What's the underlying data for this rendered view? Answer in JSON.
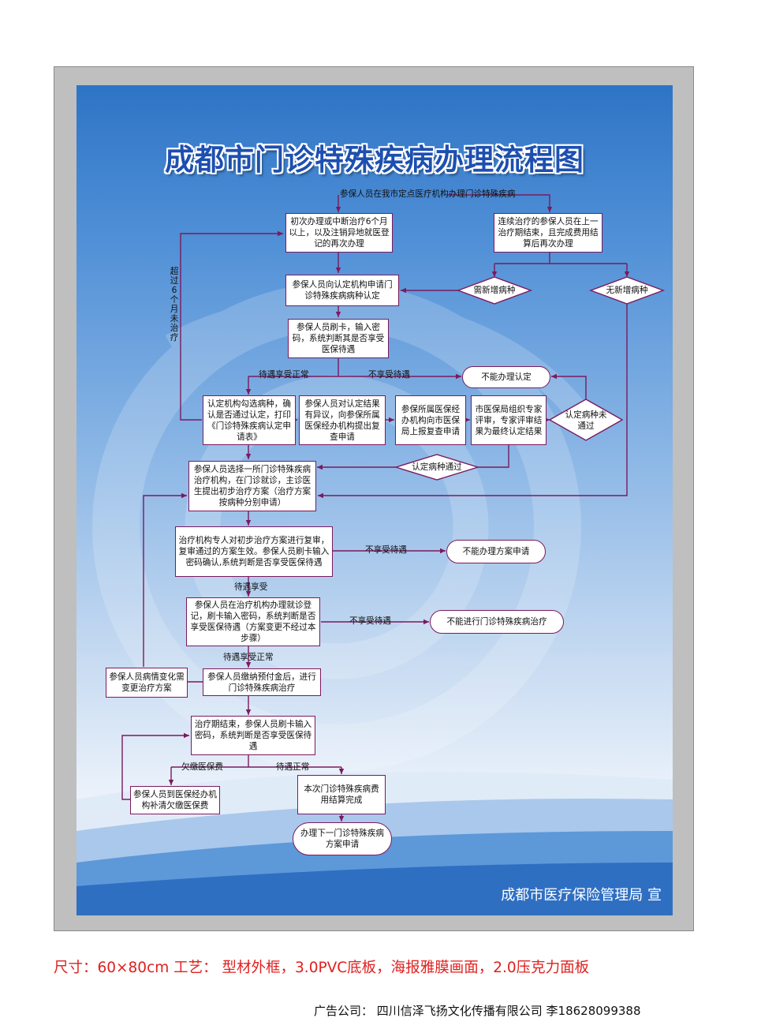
{
  "title": "成都市门诊特殊疾病办理流程图",
  "issuer": "成都市医疗保险管理局  宣",
  "spec": "尺寸：60×80cm   工艺： 型材外框，3.0PVC底板，海报雅膜画面，2.0压克力面板",
  "company": "广告公司： 四川信泽飞扬文化传播有限公司   李18628099388",
  "colors": {
    "line": "#7a1a5e",
    "title": "#1d4fb0",
    "spec_text": "#e0201e",
    "poster_top": "#2e74c6"
  },
  "nodes": {
    "start": "参保人员在我市定点医疗机构办理门诊特殊疾病",
    "first_time": "初次办理或中断治疗6个月以上，以及注销异地就医登记的再次办理",
    "continuing": "连续治疗的参保人员在上一治疗期结束，且完成费用结算后再次办理",
    "need_new": "需新增病种",
    "no_new": "无新增病种",
    "apply_institution": "参保人员向认定机构申请门诊特殊疾病病种认定",
    "swipe_card_1": "参保人员刷卡，输入密码，系统判断其是否享受医保待遇",
    "cannot_certify": "不能办理认定",
    "institution_select": "认定机构勾选病种，确认是否通过认定，打印《门诊特殊疾病认定申请表》",
    "objection": "参保人员对认定结果有异议，向参保所属医保经办机构提出复查申请",
    "agency_report": "参保所属医保经办机构向市医保局上报复查申请",
    "bureau_review": "市医保局组织专家评审，专家评审结果为最终认定结果",
    "cert_not_passed": "认定病种未通过",
    "cert_passed": "认定病种通过",
    "choose_hospital": "参保人员选择一所门诊特殊疾病治疗机构，在门诊就诊，主诊医生提出初步治疗方案（治疗方案按病种分别申请）",
    "review_plan": "治疗机构专人对初步治疗方案进行复审，复审通过的方案生效。参保人员刷卡输入密码确认,系统判断是否享受医保待遇",
    "cannot_plan": "不能办理方案申请",
    "register_visit": "参保人员在治疗机构办理就诊登记，刷卡输入密码，系统判断是否享受医保待遇（方案变更不经过本步骤）",
    "cannot_treat": "不能进行门诊特殊疾病治疗",
    "condition_change": "参保人员病情变化需变更治疗方案",
    "pay_treat": "参保人员缴纳预付金后，进行门诊特殊疾病治疗",
    "period_end": "治疗期结束，参保人员刷卡输入密码，系统判断是否享受医保待遇",
    "pay_arrears": "参保人员到医保经办机构补清欠缴医保费",
    "settle": "本次门诊特殊疾病费用结算完成",
    "next_plan": "办理下一门诊特殊疾病方案申请"
  },
  "labels": {
    "over_6_months": "超过6个月未治疗",
    "normal_benefit_1": "待遇享受正常",
    "no_benefit_1": "不享受待遇",
    "no_benefit_2": "不享受待遇",
    "benefit_enjoyed": "待遇享受",
    "no_benefit_3": "不享受待遇",
    "normal_benefit_2": "待遇享受正常",
    "arrears": "欠缴医保费",
    "normal_benefit_3": "待遇正常"
  }
}
